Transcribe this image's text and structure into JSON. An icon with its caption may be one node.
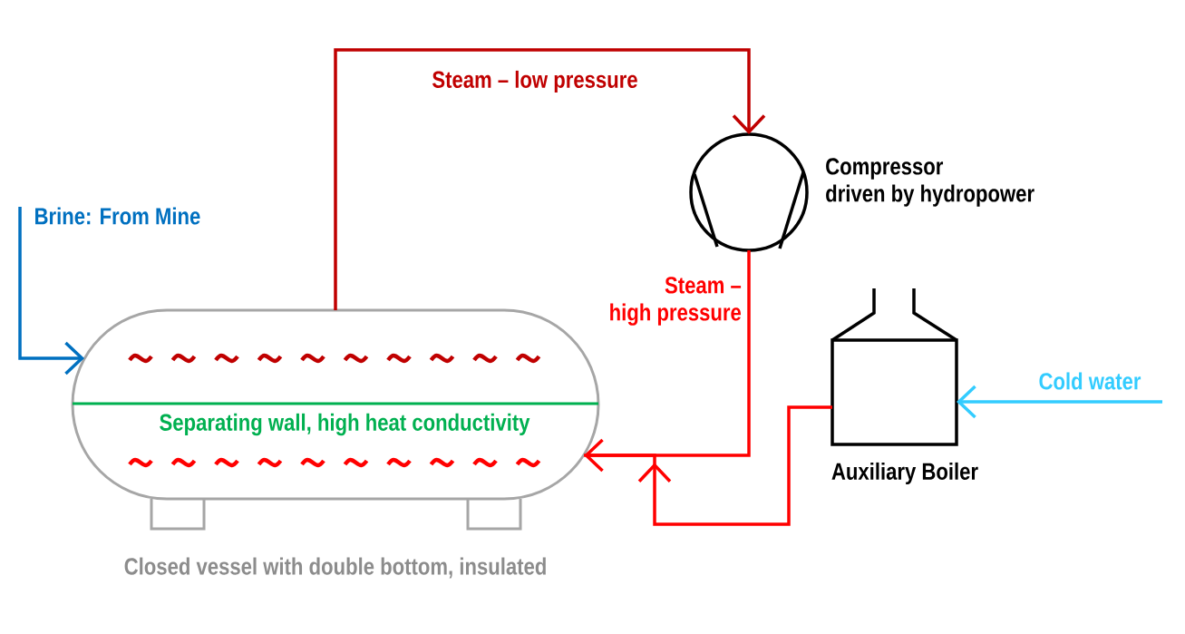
{
  "diagram": {
    "nodes": [
      {
        "text": [
          "Separating wall, high heat conductivity"
        ],
        "beside": [
          "Closed vessel with double bottom, insulated"
        ]
      },
      {
        "text": [],
        "shape": "circle",
        "beside": [
          "Compressor driven by hydropower"
        ]
      },
      {
        "text": [],
        "shape": "box",
        "beside": [
          "Auxiliary Boiler"
        ]
      }
    ],
    "edges": [
      {
        "from": null,
        "to": 0,
        "arrow": "to",
        "label": "Brine: From Mine",
        "color": "#0070c0"
      },
      {
        "from": 0,
        "to": 1,
        "arrow": "to",
        "label": "Steam – low pressure",
        "color": "#c00000"
      },
      {
        "from": 1,
        "to": 0,
        "arrow": "to",
        "label": "Steam – high pressure",
        "color": "#ff0000"
      },
      {
        "from": 2,
        "to": 0,
        "arrow": "to",
        "color": "#ff0000"
      },
      {
        "from": null,
        "to": 2,
        "arrow": "to",
        "label": "Cold water",
        "color": "#33ccff"
      }
    ]
  }
}
